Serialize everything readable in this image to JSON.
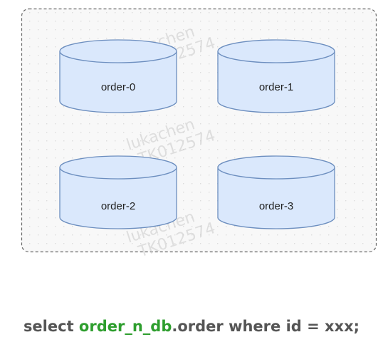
{
  "databases": [
    {
      "label": "order-0"
    },
    {
      "label": "order-1"
    },
    {
      "label": "order-2"
    },
    {
      "label": "order-3"
    }
  ],
  "watermark": {
    "name": "lukachen",
    "code": "TK012574"
  },
  "query": {
    "prefix": "select ",
    "highlight": "order_n_db",
    "suffix": ".order where id = xxx;"
  },
  "colors": {
    "cylinder_fill": "#dae8fc",
    "cylinder_stroke": "#6c8ebf",
    "group_fill": "#f8f8f8",
    "group_stroke": "#666666",
    "highlight": "#2e9e2e",
    "query_text": "#555555"
  }
}
